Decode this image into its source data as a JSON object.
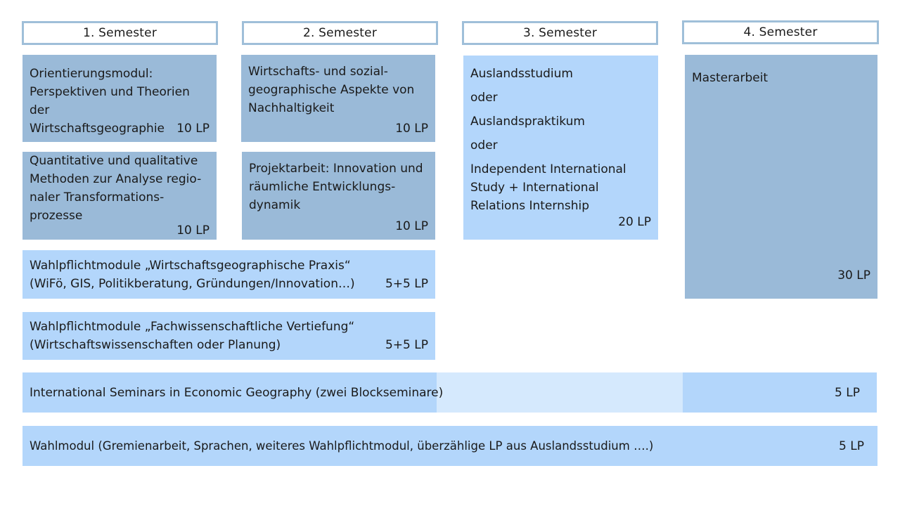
{
  "semesters": [
    "1. Semester",
    "2. Semester",
    "3. Semester",
    "4. Semester"
  ],
  "modules": {
    "orientierung": {
      "lines": [
        "Orientierungsmodul:",
        "Perspektiven und Theorien der",
        "Wirtschaftsgeographie"
      ],
      "lp": "10 LP"
    },
    "nachhaltigkeit": {
      "lines": [
        "Wirtschafts- und sozial-",
        "geographische Aspekte von",
        "Nachhaltigkeit"
      ],
      "lp": "10 LP"
    },
    "methoden": {
      "lines": [
        "Quantitative und qualitative",
        "Methoden zur Analyse regio-",
        "naler Transformations-",
        "prozesse"
      ],
      "lp": "10 LP"
    },
    "projektarbeit": {
      "lines": [
        "Projektarbeit: Innovation und",
        "räumliche Entwicklungs-",
        "dynamik"
      ],
      "lp": "10 LP"
    },
    "ausland": {
      "lines": [
        "Auslandsstudium",
        "oder",
        "Auslandspraktikum",
        "oder",
        "Independent International",
        "Study + International",
        "Relations Internship"
      ],
      "lp": "20 LP"
    },
    "masterarbeit": {
      "label": "Masterarbeit",
      "lp": "30 LP"
    },
    "praxis": {
      "lines": [
        "Wahlpflichtmodule „Wirtschaftsgeographische Praxis“",
        "(WiFö, GIS, Politikberatung, Gründungen/Innovation…)"
      ],
      "lp": "5+5 LP"
    },
    "vertiefung": {
      "lines": [
        "Wahlpflichtmodule „Fachwissenschaftliche Vertiefung“",
        "(Wirtschaftswissenschaften oder Planung)"
      ],
      "lp": "5+5 LP"
    },
    "seminars": {
      "label": "International Seminars in Economic Geography (zwei Blockseminare)",
      "lp": "5 LP"
    },
    "wahlmodul": {
      "label": "Wahlmodul (Gremienarbeit, Sprachen, weiteres Wahlpflichtmodul, überzählige LP aus Auslandsstudium ….)",
      "lp": "5 LP"
    }
  },
  "colors": {
    "header_border": "#9fbfd9",
    "dark_box": "#9abad8",
    "light_box": "#b3d6fb",
    "pale_box": "#d5e9fd"
  }
}
